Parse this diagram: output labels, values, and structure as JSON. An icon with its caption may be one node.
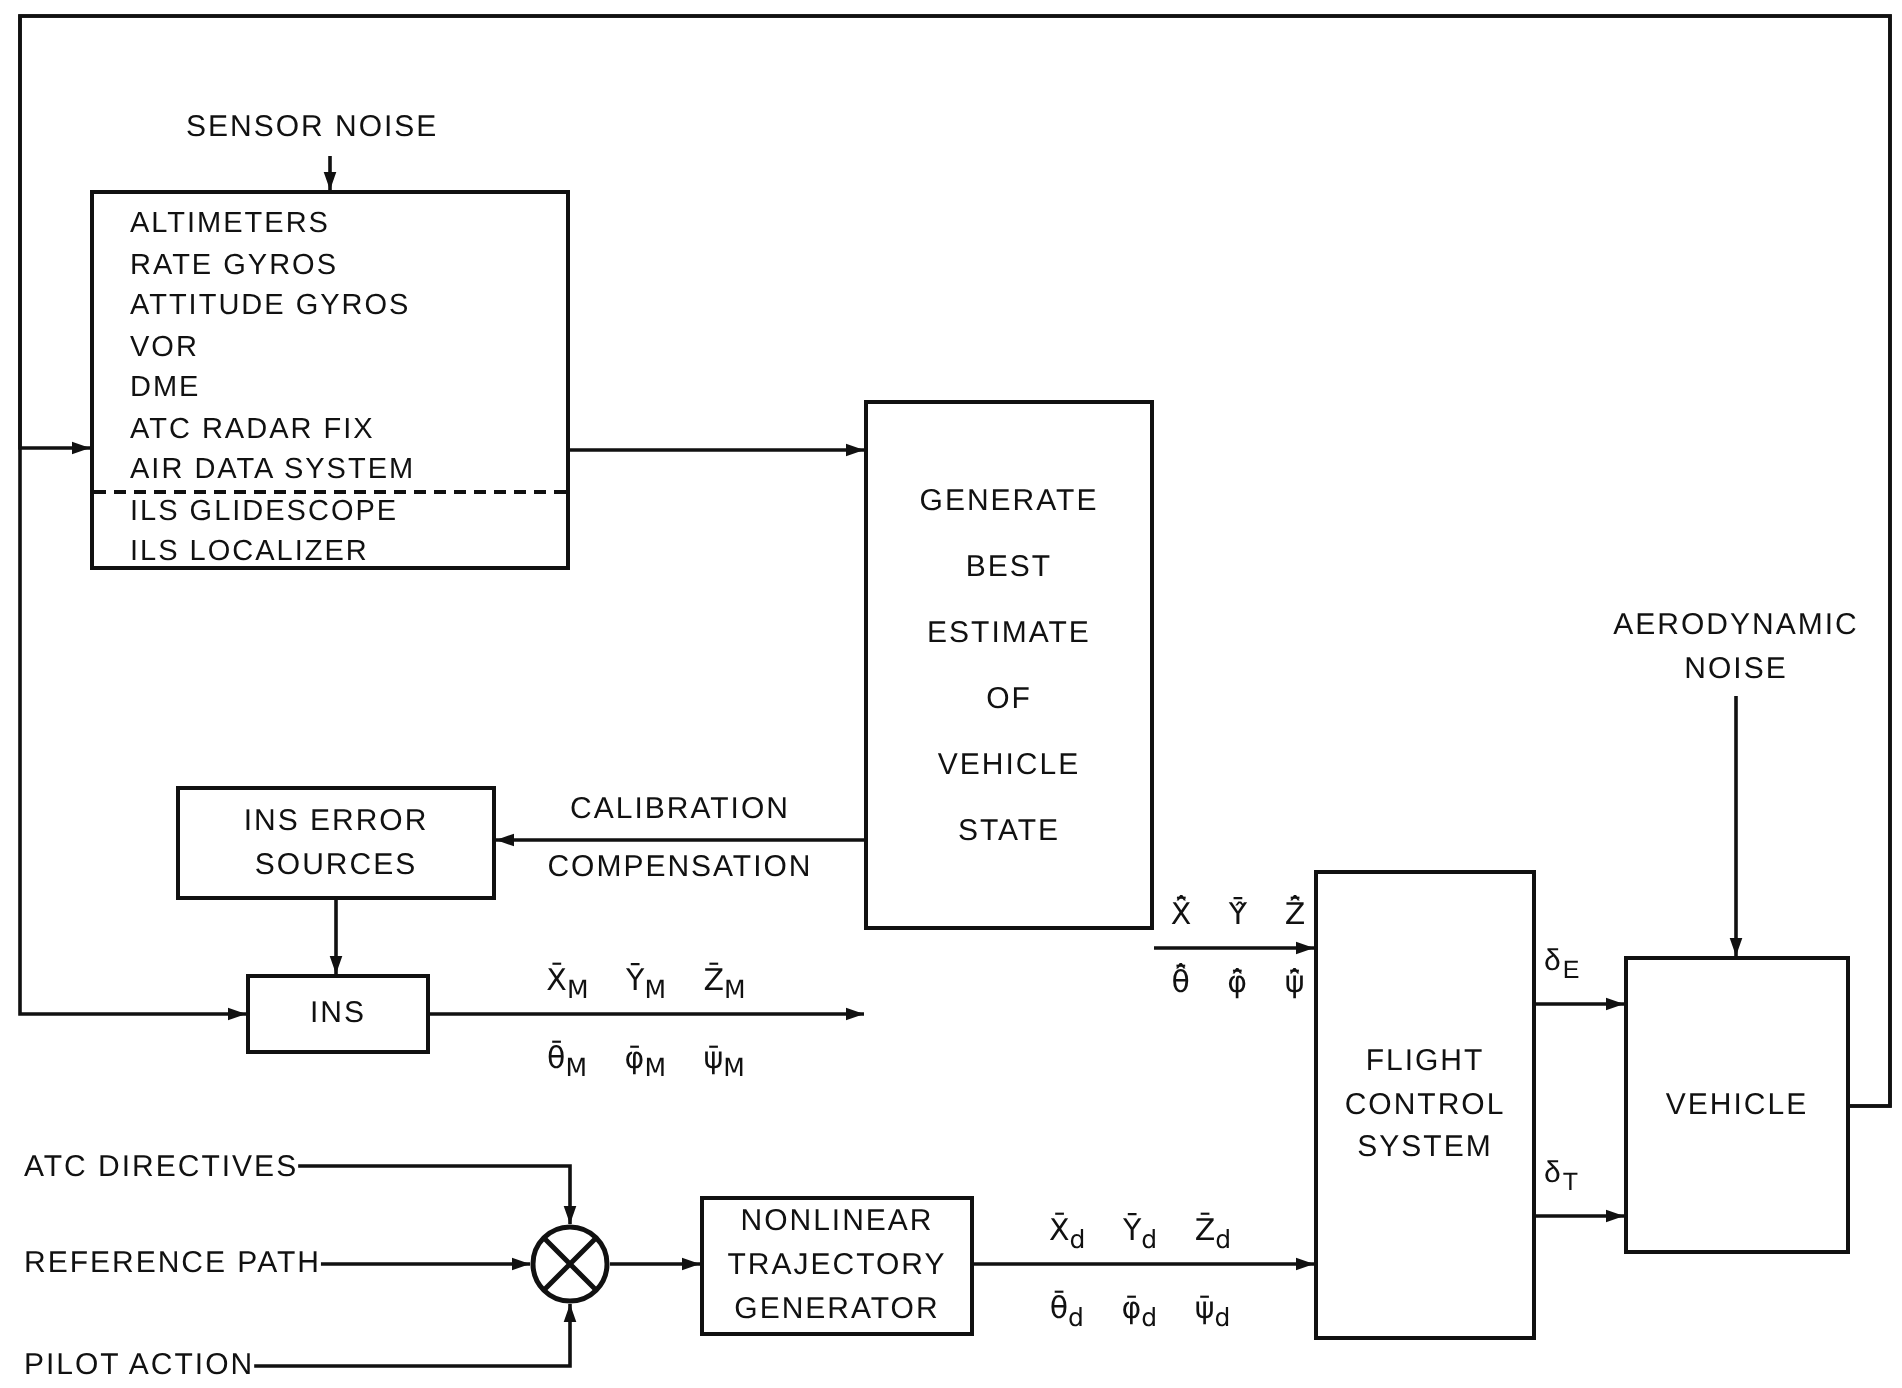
{
  "diagram": {
    "nodes": [
      {
        "text": [
          "SENSOR NOISE"
        ]
      },
      {
        "text": [
          "ALTIMETERS",
          "RATE GYROS",
          "ATTITUDE GYROS",
          "VOR",
          "DME",
          "ATC RADAR FIX",
          "AIR DATA SYSTEM",
          "ILS GLIDESCOPE",
          "ILS LOCALIZER"
        ]
      },
      {
        "text": [
          "GENERATE BEST ESTIMATE OF VEHICLE STATE"
        ]
      },
      {
        "text": [
          "INS ERROR SOURCES"
        ]
      },
      {
        "text": [
          "INS"
        ]
      },
      {
        "text": [
          "ATC DIRECTIVES"
        ]
      },
      {
        "text": [
          "REFERENCE PATH"
        ]
      },
      {
        "text": [
          "PILOT ACTION"
        ]
      },
      {
        "text": [],
        "shape": "circle"
      },
      {
        "text": [
          "NONLINEAR TRAJECTORY GENERATOR"
        ]
      },
      {
        "text": [
          "FLIGHT CONTROL SYSTEM"
        ]
      },
      {
        "text": [
          "AERODYNAMIC NOISE"
        ]
      },
      {
        "text": [
          "VEHICLE"
        ]
      }
    ],
    "edges": [
      {
        "from": 0,
        "to": 1,
        "arrow": "to"
      },
      {
        "from": 1,
        "to": 2,
        "arrow": "to"
      },
      {
        "from": 2,
        "to": 3,
        "arrow": "to",
        "label": "CALIBRATION COMPENSATION"
      },
      {
        "from": 3,
        "to": 4,
        "arrow": "to"
      },
      {
        "from": 4,
        "to": 2,
        "arrow": "to",
        "label": "X̄$_{M}$ Ȳ$_{M}$ Z̄$_{M}$ θ̄$_{M}$ φ̄$_{M}$ ψ̄$_{M}$"
      },
      {
        "from": 2,
        "to": 10,
        "arrow": "to",
        "label": "X̄̂ Ȳ̂ Z̄̂ θ̄̂ φ̄̂ ψ̄̂"
      },
      {
        "from": 5,
        "to": 8,
        "arrow": "to"
      },
      {
        "from": 6,
        "to": 8,
        "arrow": "to"
      },
      {
        "from": 7,
        "to": 8,
        "arrow": "to"
      },
      {
        "from": 8,
        "to": 9,
        "arrow": "to"
      },
      {
        "from": 9,
        "to": 10,
        "arrow": "to",
        "label": "X̄$_{d}$ Ȳ$_{d}$ Z̄$_{d}$ θ̄$_{d}$ φ̄$_{d}$ ψ̄$_{d}$"
      },
      {
        "from": 10,
        "to": 12,
        "arrow": "to",
        "label": "δ$_{E}$"
      },
      {
        "from": 10,
        "to": 12,
        "arrow": "to",
        "label": "δ$_{T}$"
      },
      {
        "from": 11,
        "to": 12,
        "arrow": "to"
      },
      {
        "from": 12,
        "to": 1,
        "arrow": "to"
      },
      {
        "from": 12,
        "to": 4,
        "arrow": "to"
      }
    ]
  }
}
